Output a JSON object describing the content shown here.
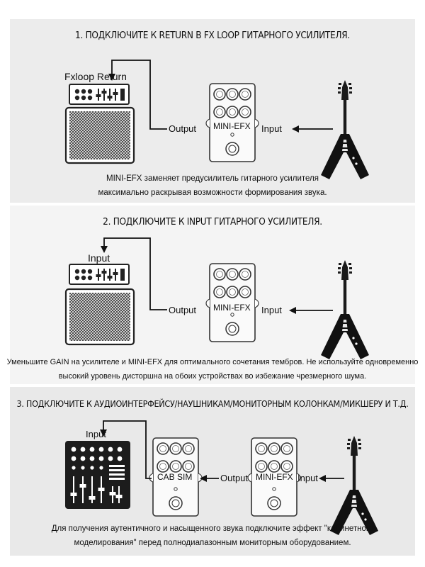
{
  "step1": {
    "title": "1. ПОДКЛЮЧИТЕ К RETURN В FX LOOP ГИТАРНОГО УСИЛИТЕЛЯ.",
    "amp_label": "Fxloop Return",
    "output_label": "Output",
    "pedal_name": "MINI-EFX",
    "input_label": "Input",
    "caption_line1": "MINI-EFX заменяет предусилитель гитарного усилителя",
    "caption_line2": "максимально раскрывая возможности формирования звука."
  },
  "step2": {
    "title": "2. ПОДКЛЮЧИТЕ К INPUT ГИТАРНОГО УСИЛИТЕЛЯ.",
    "amp_label": "Input",
    "output_label": "Output",
    "pedal_name": "MINI-EFX",
    "input_label": "Input",
    "caption_line1": "Уменьшите GAIN на усилителе и MINI-EFX для оптимального сочетания тембров. Не используйте одновременно",
    "caption_line2": "высокий уровень дисторшна на обоих устройствах во избежание чрезмерного шума."
  },
  "step3": {
    "title": "3. ПОДКЛЮЧИТЕ К АУДИОИНТЕРФЕЙСУ/НАУШНИКАМ/МОНИТОРНЫМ КОЛОНКАМ/МИКШЕРУ И Т.Д.",
    "mixer_label": "Input",
    "cab_pedal_name": "CAB SIM",
    "output_label": "Output",
    "pedal_name": "MINI-EFX",
    "input_label": "Input",
    "caption_line1": "Для получения аутентичного и насыщенного звука подключите эффект \"кабинетного",
    "caption_line2": "моделирования\" перед полнодиапазонным мониторным оборудованием."
  }
}
